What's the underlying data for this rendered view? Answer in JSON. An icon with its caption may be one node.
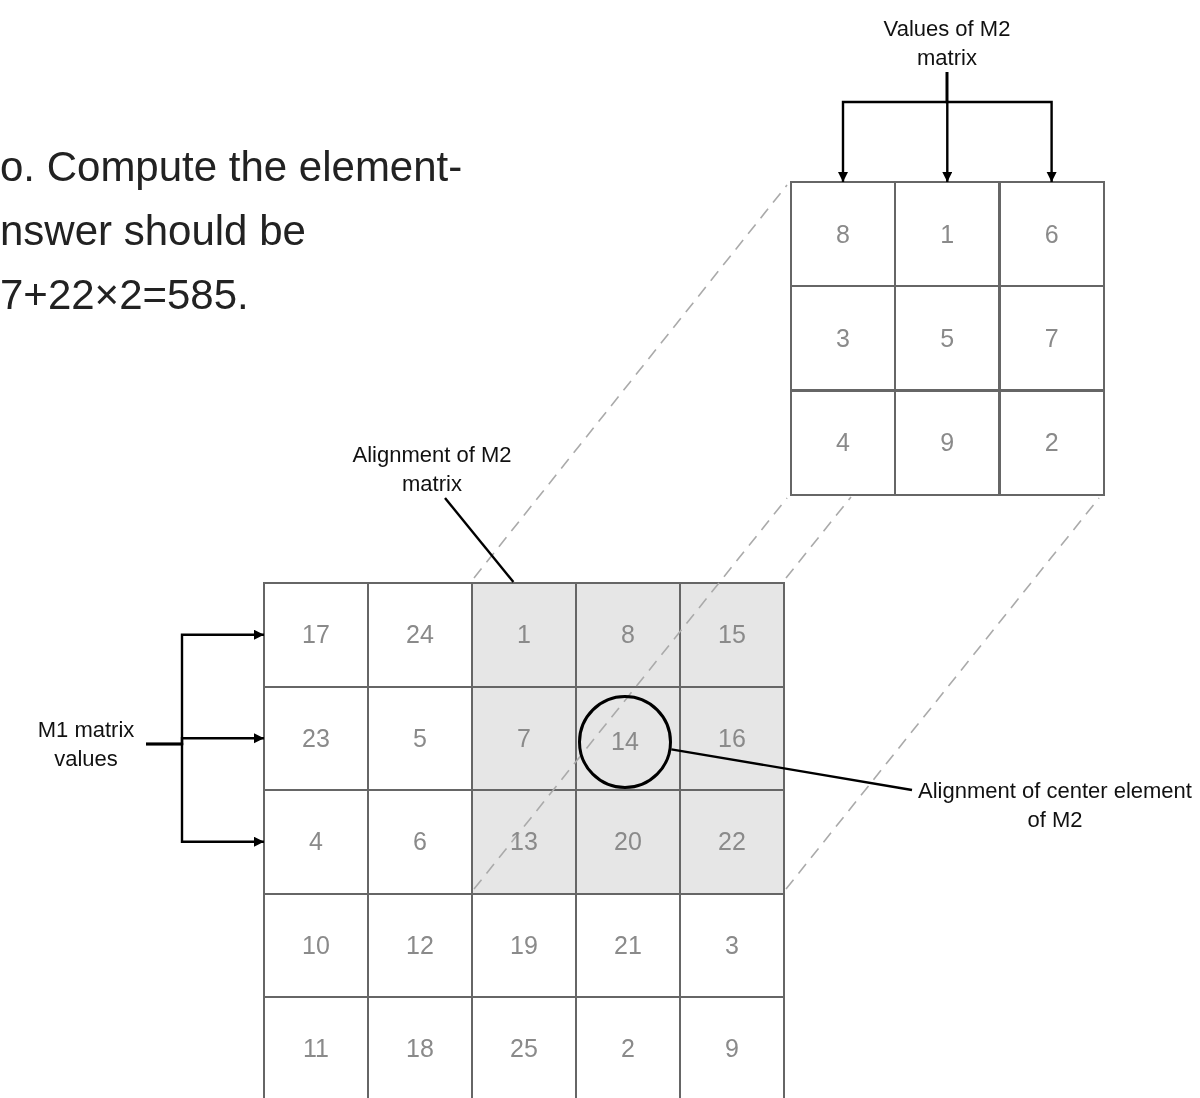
{
  "diagram": {
    "nodes": [
      {
        "text": [
          "Values of M2 matrix"
        ]
      },
      {
        "text": [
          "8"
        ]
      },
      {
        "text": [
          "1"
        ]
      },
      {
        "text": [
          "6"
        ]
      },
      {
        "text": [
          "3"
        ]
      },
      {
        "text": [
          "5"
        ]
      },
      {
        "text": [
          "7"
        ]
      },
      {
        "text": [
          "4"
        ]
      },
      {
        "text": [
          "9"
        ]
      },
      {
        "text": [
          "2"
        ]
      },
      {
        "text": [
          "M1 matrix values"
        ]
      },
      {
        "text": [
          "17"
        ]
      },
      {
        "text": [
          "24"
        ]
      },
      {
        "text": [
          "1"
        ]
      },
      {
        "text": [
          "8"
        ]
      },
      {
        "text": [
          "15"
        ]
      },
      {
        "text": [
          "23"
        ]
      },
      {
        "text": [
          "5"
        ]
      },
      {
        "text": [
          "7"
        ]
      },
      {
        "text": [],
        "shape": "box"
      },
      {
        "text": [
          "16"
        ]
      },
      {
        "text": [
          "4"
        ]
      },
      {
        "text": [
          "6"
        ]
      },
      {
        "text": [
          "13"
        ]
      },
      {
        "text": [
          "20"
        ]
      },
      {
        "text": [
          "22"
        ]
      },
      {
        "text": [
          "10"
        ]
      },
      {
        "text": [
          "12"
        ]
      },
      {
        "text": [
          "19"
        ]
      },
      {
        "text": [
          "21"
        ]
      },
      {
        "text": [
          "3"
        ]
      },
      {
        "text": [
          "11"
        ]
      },
      {
        "text": [
          "18"
        ]
      },
      {
        "text": [
          "25"
        ]
      },
      {
        "text": [
          "2"
        ]
      },
      {
        "text": [
          "9"
        ]
      },
      {
        "text": [
          "Alignment of M2 matrix"
        ]
      },
      {
        "text": [
          "Alignment of center element of M2"
        ]
      },
      {
        "text": [
          "14"
        ],
        "in": 19
      }
    ],
    "edges": [
      {
        "from": 0,
        "to": 1,
        "arrow": "to"
      },
      {
        "from": 0,
        "to": 2,
        "arrow": "to"
      },
      {
        "from": 0,
        "to": 3,
        "arrow": "to"
      },
      {
        "from": 10,
        "to": 11,
        "arrow": "to"
      },
      {
        "from": 10,
        "to": 16,
        "arrow": "to"
      },
      {
        "from": 10,
        "to": 21,
        "arrow": "to"
      },
      {
        "from": 36,
        "to": 13,
        "arrow": "none"
      },
      {
        "from": 37,
        "to": 38,
        "arrow": "none"
      }
    ],
    "labels": [
      "o. Compute the element- nswer should be 7+22×2=585."
    ]
  }
}
